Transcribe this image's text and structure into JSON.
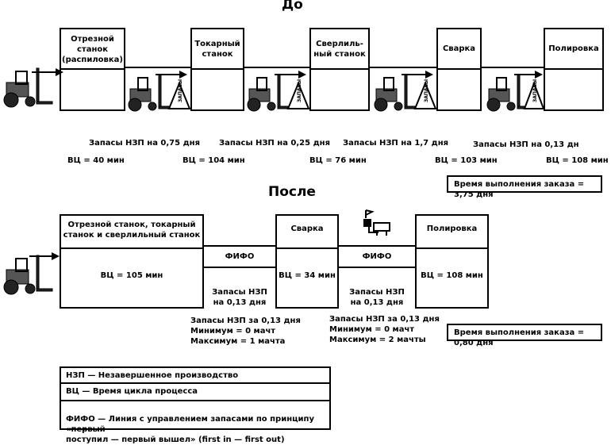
{
  "before": {
    "title": "До",
    "processes": [
      {
        "label": "Отрезной\nстанок\n(распиловка)"
      },
      {
        "label": "Токарный\nстанок"
      },
      {
        "label": "Сверлиль-\nный станок"
      },
      {
        "label": "Сварка"
      },
      {
        "label": "Полировка"
      }
    ],
    "inventories": [
      "Запасы НЗП на 0,75 дня",
      "Запасы НЗП на 0,25 дня",
      "Запасы НЗП на 1,7 дня",
      "Запасы НЗП на 0,13 дн"
    ],
    "cycle_times": [
      "ВЦ = 40 мин",
      "ВЦ = 104 мин",
      "ВЦ = 76 мин",
      "ВЦ = 103 мин",
      "ВЦ = 108 мин"
    ],
    "lead_time": "Время выполнения заказа = 3,75 дня",
    "triangle_label": "ЗАПАСЫ"
  },
  "after": {
    "title": "После",
    "processes": [
      {
        "label": "Отрезной станок, токарный\nстанок и сверлильный станок",
        "cycle_time": "ВЦ = 105 мин"
      },
      {
        "label": "Сварка",
        "cycle_time": "ВЦ = 34 мин"
      },
      {
        "label": "Полировка",
        "cycle_time": "ВЦ = 108 мин"
      }
    ],
    "fifo_label": "ФИФО",
    "fifo_inventory": [
      "Запасы НЗП\nна 0,13 дня",
      "Запасы НЗП\nна 0,13 дня"
    ],
    "fifo_limits": [
      "Запасы НЗП за 0,13 дня\nМинимум = 0 мачт\nМаксимум = 1 мачта",
      "Запасы НЗП за 0,13 дня\nМинимум = 0 мачт\nМаксимум = 2 мачты"
    ],
    "lead_time": "Время выполнения заказа = 0,80 дня"
  },
  "legend": [
    "НЗП — Незавершенное производство",
    "ВЦ — Время цикла процесса",
    "ФИФО — Линия с управлением запасами по принципу «первый\nпоступил — первый вышел» (first in — first out)"
  ],
  "icons": [
    "forklift-icon",
    "inventory-triangle-icon",
    "arrow-icon",
    "worker-icon"
  ]
}
